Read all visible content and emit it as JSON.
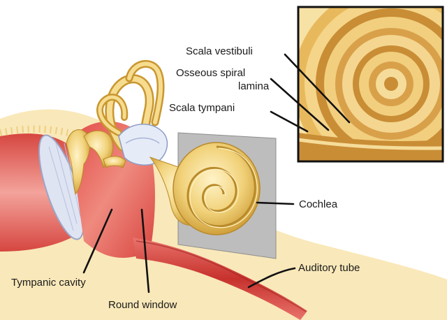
{
  "labels": {
    "scala_vestibuli": "Scala vestibuli",
    "osseous_spiral_lamina_line1": "Osseous spiral",
    "osseous_spiral_lamina_line2": "lamina",
    "scala_tympani": "Scala tympani",
    "cochlea": "Cochlea",
    "auditory_tube": "Auditory tube",
    "tympanic_cavity": "Tympanic cavity",
    "round_window": "Round window"
  },
  "colors": {
    "bone": "#f1d27a",
    "bone_dark": "#c9962f",
    "flesh": "#e2564f",
    "flesh_light": "#f0908a",
    "membrane": "#c8d2e8",
    "plane": "#bcbcbc",
    "inset_border": "#111111"
  }
}
